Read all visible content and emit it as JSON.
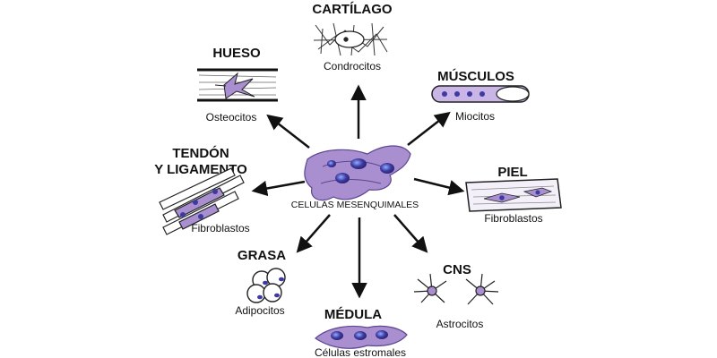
{
  "center": {
    "label": "CELULAS MESENQUIMALES"
  },
  "targets": {
    "cartilago": {
      "title": "CARTÍLAGO",
      "cell": "Condrocitos"
    },
    "hueso": {
      "title": "HUESO",
      "cell": "Osteocitos"
    },
    "musculos": {
      "title": "MÚSCULOS",
      "cell": "Miocitos"
    },
    "tendon": {
      "title_line1": "TENDÓN",
      "title_line2": "Y LIGAMENTO",
      "cell": "Fibroblastos"
    },
    "piel": {
      "title": "PIEL",
      "cell": "Fibroblastos"
    },
    "grasa": {
      "title": "GRASA",
      "cell": "Adipocitos"
    },
    "cns": {
      "title": "CNS",
      "cell": "Astrocitos"
    },
    "medula": {
      "title": "MÉDULA",
      "cell": "Células estromales"
    }
  },
  "colors": {
    "cell_fill": "#a98fd0",
    "nucleus_fill": "#3f3aa0",
    "nucleus_highlight": "#8fb0ff",
    "arrow": "#111111"
  }
}
